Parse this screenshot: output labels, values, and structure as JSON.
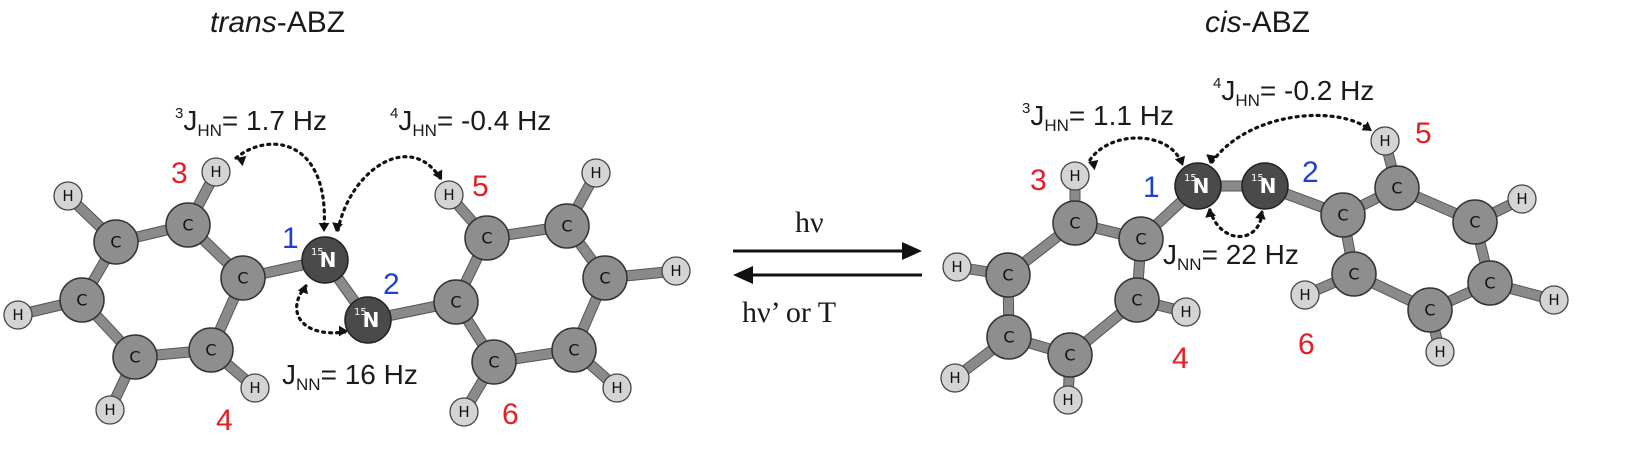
{
  "trans": {
    "title": "trans",
    "title_suffix": "-ABZ",
    "couplings": [
      {
        "pre": "3",
        "main": "J",
        "sub": "HN",
        "value": "= 1.7 Hz"
      },
      {
        "pre": "4",
        "main": "J",
        "sub": "HN",
        "value": "= -0.4 Hz"
      },
      {
        "pre": "",
        "main": "J",
        "sub": "NN",
        "value": "= 16 Hz"
      }
    ],
    "n_numbers": [
      "1",
      "2"
    ],
    "h_numbers": [
      "3",
      "4",
      "5",
      "6"
    ]
  },
  "cis": {
    "title": "cis",
    "title_suffix": "-ABZ",
    "couplings": [
      {
        "pre": "3",
        "main": "J",
        "sub": "HN",
        "value": "= 1.1 Hz"
      },
      {
        "pre": "4",
        "main": "J",
        "sub": "HN",
        "value": "= -0.2 Hz"
      },
      {
        "pre": "",
        "main": "J",
        "sub": "NN",
        "value": "= 22 Hz"
      }
    ],
    "n_numbers": [
      "1",
      "2"
    ],
    "h_numbers": [
      "3",
      "4",
      "5",
      "6"
    ]
  },
  "reaction": {
    "forward": "hν",
    "reverse": "hν’ or T"
  },
  "atom_labels": {
    "carbon": "C",
    "hydrogen": "H",
    "nitrogen": "N",
    "isotope": "15"
  },
  "colors": {
    "number_red": "#e31e24",
    "number_blue": "#1f3fd2",
    "carbon": "#8e8e8e",
    "hydrogen": "#d4d4d4",
    "nitrogen": "#4a4a4a"
  }
}
